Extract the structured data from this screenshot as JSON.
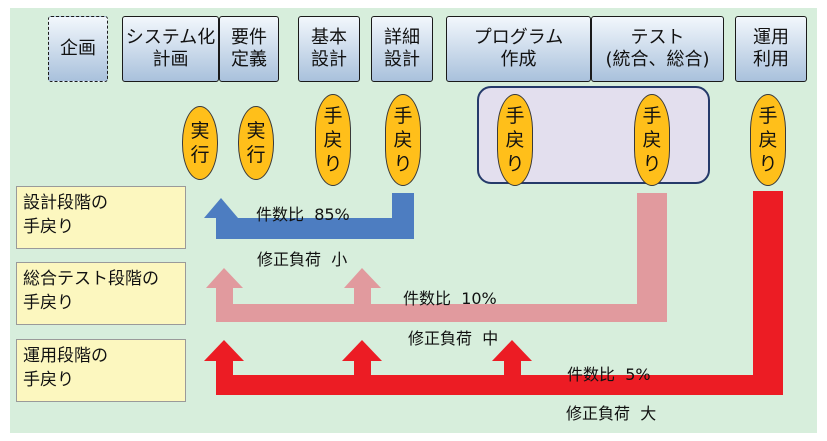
{
  "colors": {
    "background": "#d7eedc",
    "phase_gradient_top": "#f2f7fc",
    "phase_gradient_bottom": "#a9c1dc",
    "oval_fill": "#ffbf1a",
    "group_box_fill": "#e3dfee",
    "group_box_border": "#253a6a",
    "label_fill": "#fcf7bf",
    "arrow_design": "#4d7dc1",
    "arrow_integration": "#e19a9e",
    "arrow_operation": "#ec1c24"
  },
  "phases": [
    {
      "id": "kikaku",
      "lines": [
        "企画"
      ]
    },
    {
      "id": "system",
      "lines": [
        "システム化",
        "計画"
      ]
    },
    {
      "id": "yoken",
      "lines": [
        "要件",
        "定義"
      ]
    },
    {
      "id": "kihon",
      "lines": [
        "基本",
        "設計"
      ]
    },
    {
      "id": "shosai",
      "lines": [
        "詳細",
        "設計"
      ]
    },
    {
      "id": "program",
      "lines": [
        "プログラム",
        "作成"
      ]
    },
    {
      "id": "test",
      "lines": [
        "テスト",
        "(統合、総合)"
      ]
    },
    {
      "id": "unyo",
      "lines": [
        "運用",
        "利用"
      ]
    }
  ],
  "ovals": [
    {
      "id": "jikko-1",
      "lines": [
        "実",
        "行"
      ]
    },
    {
      "id": "jikko-2",
      "lines": [
        "実",
        "行"
      ]
    },
    {
      "id": "temodori-kihon",
      "lines": [
        "手",
        "戻",
        "り"
      ]
    },
    {
      "id": "temodori-shosai",
      "lines": [
        "手",
        "戻",
        "り"
      ]
    },
    {
      "id": "temodori-program",
      "lines": [
        "手",
        "戻",
        "り"
      ]
    },
    {
      "id": "temodori-test",
      "lines": [
        "手",
        "戻",
        "り"
      ]
    },
    {
      "id": "temodori-unyo",
      "lines": [
        "手",
        "戻",
        "り"
      ]
    }
  ],
  "stages": [
    {
      "id": "design",
      "lines": [
        "設計段階の",
        "手戻り"
      ],
      "count_label": "件数比",
      "count_value": "85%",
      "load_label": "修正負荷",
      "load_value": "小"
    },
    {
      "id": "integration",
      "lines": [
        "総合テスト段階の",
        "手戻り"
      ],
      "count_label": "件数比",
      "count_value": "10%",
      "load_label": "修正負荷",
      "load_value": "中"
    },
    {
      "id": "operation",
      "lines": [
        "運用段階の",
        "手戻り"
      ],
      "count_label": "件数比",
      "count_value": "5%",
      "load_label": "修正負荷",
      "load_value": "大"
    }
  ]
}
